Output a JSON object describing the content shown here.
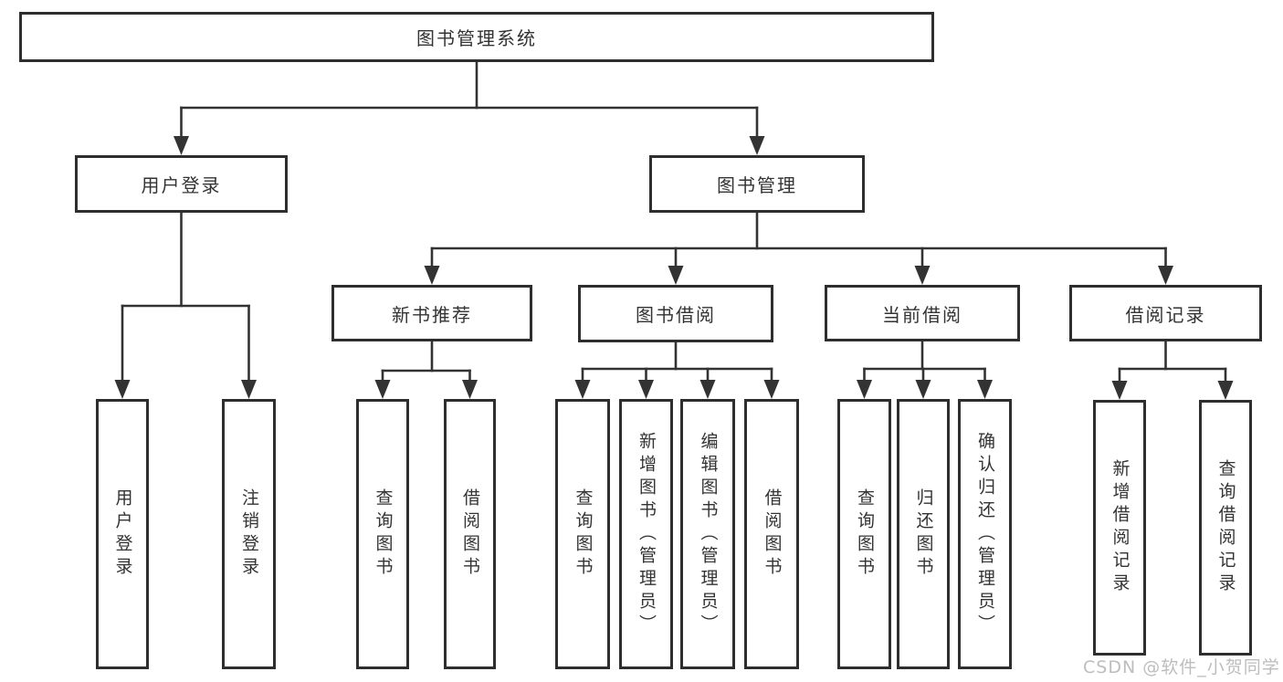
{
  "diagram": {
    "tree": {
      "root": {
        "label": "图书管理系统"
      },
      "children": [
        {
          "label": "用户登录",
          "children": [
            {
              "label": "用户登录"
            },
            {
              "label": "注销登录"
            }
          ]
        },
        {
          "label": "图书管理",
          "children": [
            {
              "label": "新书推荐",
              "children": [
                {
                  "label": "查询图书"
                },
                {
                  "label": "借阅图书"
                }
              ]
            },
            {
              "label": "图书借阅",
              "children": [
                {
                  "label": "查询图书"
                },
                {
                  "label": "新增图书（管理员）"
                },
                {
                  "label": "编辑图书（管理员）"
                },
                {
                  "label": "借阅图书"
                }
              ]
            },
            {
              "label": "当前借阅",
              "children": [
                {
                  "label": "查询图书"
                },
                {
                  "label": "归还图书"
                },
                {
                  "label": "确认归还（管理员）"
                }
              ]
            },
            {
              "label": "借阅记录",
              "children": [
                {
                  "label": "新增借阅记录"
                },
                {
                  "label": "查询借阅记录"
                }
              ]
            }
          ]
        }
      ]
    }
  },
  "watermark": {
    "text": "CSDN @软件_小贺同学"
  },
  "colors": {
    "line": "#333333",
    "border": "#2e2e2e",
    "text": "#333333",
    "watermark": "#bdbdbd",
    "background": "#ffffff"
  }
}
